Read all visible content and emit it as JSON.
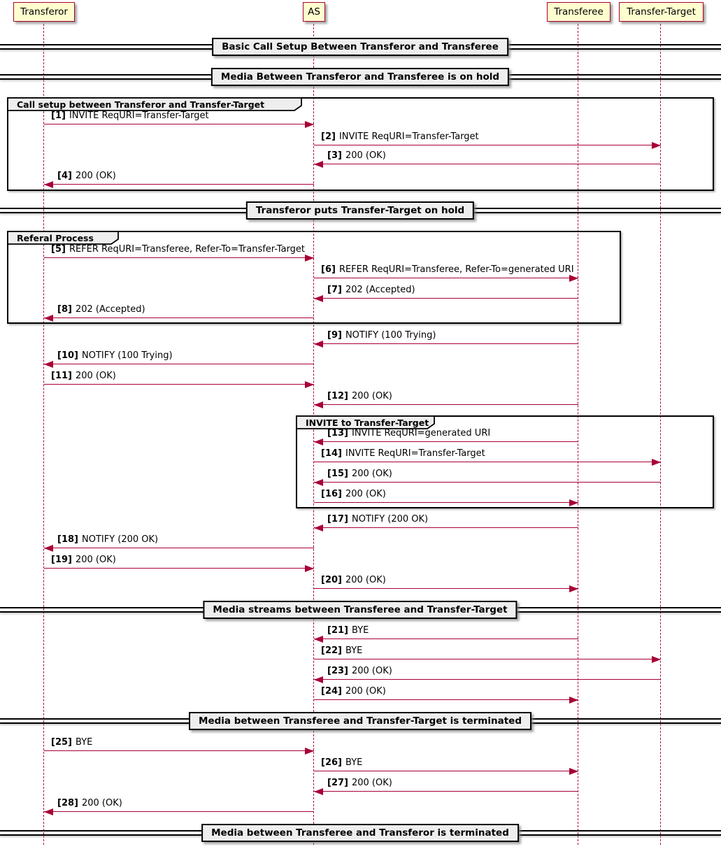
{
  "colors": {
    "accent": "#A80036",
    "participant_fill": "#FEFECE",
    "frame_header_fill": "#EEEEEE",
    "divider_fill": "#EEEEEE",
    "frame_border": "#000000"
  },
  "participants": [
    {
      "name": "Transferor"
    },
    {
      "name": "AS"
    },
    {
      "name": "Transferee"
    },
    {
      "name": "Transfer-Target"
    }
  ],
  "dividers": [
    {
      "label": "Basic Call Setup Between Transferor and Transferee"
    },
    {
      "label": "Media Between Transferor and Transferee is on hold"
    },
    {
      "label": "Transferor puts Transfer-Target on hold"
    },
    {
      "label": "Media streams between Transferee and Transfer-Target"
    },
    {
      "label": "Media between Transferee and Transfer-Target is terminated"
    },
    {
      "label": "Media between Transferee and Transferor is terminated"
    }
  ],
  "frames": [
    {
      "label": "Call setup between Transferor and Transfer-Target"
    },
    {
      "label": "Referal Process"
    },
    {
      "label": "INVITE to Transfer-Target"
    }
  ],
  "messages": [
    {
      "seq": "[1]",
      "text": "INVITE ReqURI=Transfer-Target",
      "from": "Transferor",
      "to": "AS"
    },
    {
      "seq": "[2]",
      "text": "INVITE ReqURI=Transfer-Target",
      "from": "AS",
      "to": "Transfer-Target"
    },
    {
      "seq": "[3]",
      "text": "200 (OK)",
      "from": "Transfer-Target",
      "to": "AS"
    },
    {
      "seq": "[4]",
      "text": "200 (OK)",
      "from": "AS",
      "to": "Transferor"
    },
    {
      "seq": "[5]",
      "text": "REFER ReqURI=Transferee, Refer-To=Transfer-Target",
      "from": "Transferor",
      "to": "AS"
    },
    {
      "seq": "[6]",
      "text": "REFER ReqURI=Transferee, Refer-To=generated URI",
      "from": "AS",
      "to": "Transferee"
    },
    {
      "seq": "[7]",
      "text": "202 (Accepted)",
      "from": "Transferee",
      "to": "AS"
    },
    {
      "seq": "[8]",
      "text": "202 (Accepted)",
      "from": "AS",
      "to": "Transferor"
    },
    {
      "seq": "[9]",
      "text": "NOTIFY (100 Trying)",
      "from": "Transferee",
      "to": "AS"
    },
    {
      "seq": "[10]",
      "text": "NOTIFY (100 Trying)",
      "from": "AS",
      "to": "Transferor"
    },
    {
      "seq": "[11]",
      "text": "200 (OK)",
      "from": "Transferor",
      "to": "AS"
    },
    {
      "seq": "[12]",
      "text": "200 (OK)",
      "from": "Transferee",
      "to": "AS"
    },
    {
      "seq": "[13]",
      "text": "INVITE ReqURI=generated URI",
      "from": "Transferee",
      "to": "AS"
    },
    {
      "seq": "[14]",
      "text": "INVITE ReqURI=Transfer-Target",
      "from": "AS",
      "to": "Transfer-Target"
    },
    {
      "seq": "[15]",
      "text": "200 (OK)",
      "from": "Transfer-Target",
      "to": "AS"
    },
    {
      "seq": "[16]",
      "text": "200 (OK)",
      "from": "AS",
      "to": "Transferee"
    },
    {
      "seq": "[17]",
      "text": "NOTIFY (200 OK)",
      "from": "Transferee",
      "to": "AS"
    },
    {
      "seq": "[18]",
      "text": "NOTIFY (200 OK)",
      "from": "AS",
      "to": "Transferor"
    },
    {
      "seq": "[19]",
      "text": "200 (OK)",
      "from": "Transferor",
      "to": "AS"
    },
    {
      "seq": "[20]",
      "text": "200 (OK)",
      "from": "AS",
      "to": "Transferee"
    },
    {
      "seq": "[21]",
      "text": "BYE",
      "from": "Transferee",
      "to": "AS"
    },
    {
      "seq": "[22]",
      "text": "BYE",
      "from": "AS",
      "to": "Transfer-Target"
    },
    {
      "seq": "[23]",
      "text": "200 (OK)",
      "from": "Transfer-Target",
      "to": "AS"
    },
    {
      "seq": "[24]",
      "text": "200 (OK)",
      "from": "AS",
      "to": "Transferee"
    },
    {
      "seq": "[25]",
      "text": "BYE",
      "from": "Transferor",
      "to": "AS"
    },
    {
      "seq": "[26]",
      "text": "BYE",
      "from": "AS",
      "to": "Transferee"
    },
    {
      "seq": "[27]",
      "text": "200 (OK)",
      "from": "Transferee",
      "to": "AS"
    },
    {
      "seq": "[28]",
      "text": "200 (OK)",
      "from": "AS",
      "to": "Transferor"
    }
  ]
}
